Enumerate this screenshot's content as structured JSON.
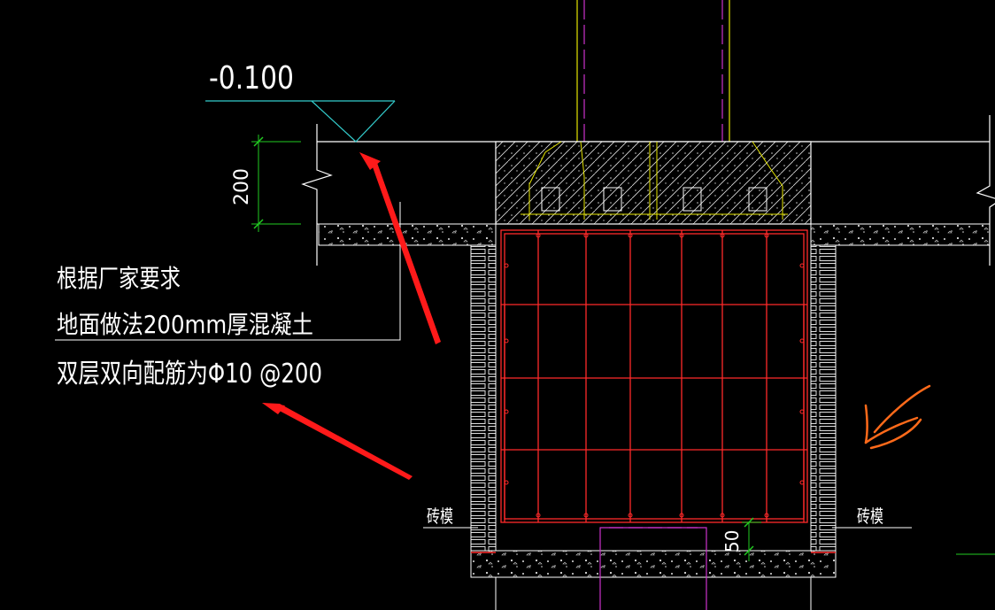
{
  "drawing": {
    "elevation_label": "-0.100",
    "thickness_dim": "200",
    "cover_dim": "50",
    "note_line1": "根据厂家要求",
    "note_line2": "地面做法200mm厚混凝土",
    "note_line3": "双层双向配筋为Φ10 @200",
    "brick_form_left": "砖模",
    "brick_form_right": "砖模"
  },
  "colors": {
    "background": "#000000",
    "lines": "#ffffff",
    "rebar": "#ff2a2a",
    "elevation": "#33cccc",
    "dimension": "#22cc22",
    "center_magenta": "#cc33cc",
    "center_yellow": "#e6e600",
    "arrow": "#ff1a1a",
    "sketch": "#ff6a1a"
  }
}
